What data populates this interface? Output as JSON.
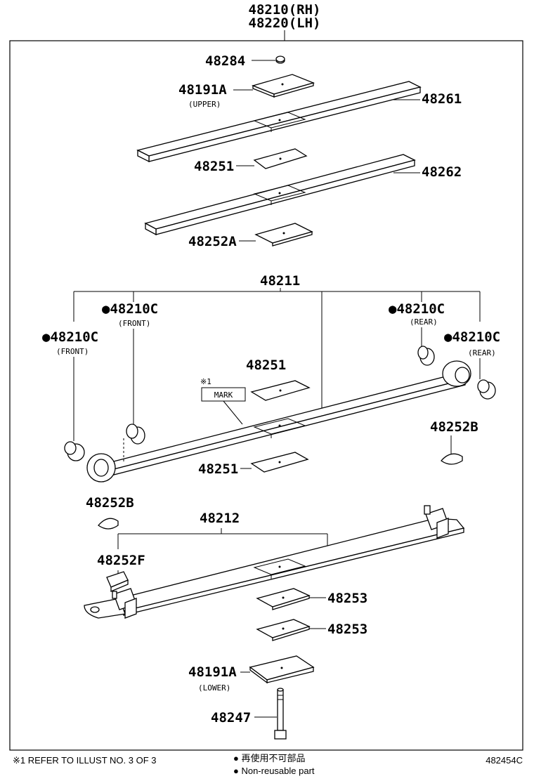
{
  "header": {
    "line1": "48210(RH)",
    "line2": "48220(LH)"
  },
  "labels": {
    "p48284": "48284",
    "p48191a_upper": "48191A",
    "p48191a_upper_note": "(UPPER)",
    "p48261": "48261",
    "p48251_top": "48251",
    "p48262": "48262",
    "p48252a": "48252A",
    "p48211": "48211",
    "p48210c_front_1": "●48210C",
    "p48210c_front_1_note": "(FRONT)",
    "p48210c_front_2": "●48210C",
    "p48210c_front_2_note": "(FRONT)",
    "p48210c_rear_1": "●48210C",
    "p48210c_rear_1_note": "(REAR)",
    "p48210c_rear_2": "●48210C",
    "p48210c_rear_2_note": "(REAR)",
    "note_ref": "※1",
    "mark": "MARK",
    "p48251_mid": "48251",
    "p48252b_right": "48252B",
    "p48251_low": "48251",
    "p48252b_left": "48252B",
    "p48212": "48212",
    "p48252f": "48252F",
    "p48253_1": "48253",
    "p48253_2": "48253",
    "p48191a_lower": "48191A",
    "p48191a_lower_note": "(LOWER)",
    "p48247": "48247"
  },
  "footer": {
    "refer": "※1 REFER TO ILLUST NO. 3 OF 3",
    "legend_jp": "● 再使用不可部品",
    "legend_en": "● Non-reusable part",
    "code": "482454C"
  }
}
